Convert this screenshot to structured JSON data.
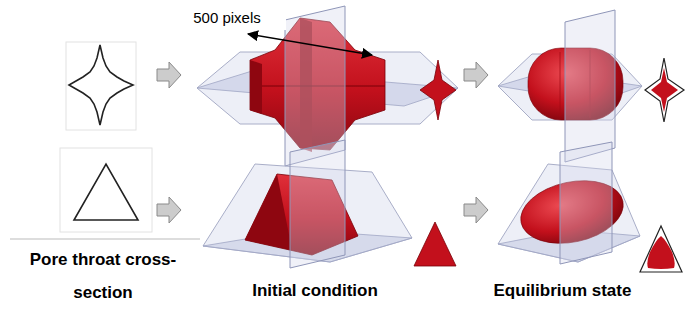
{
  "diagram": {
    "labels": [
      "500 pixels",
      "Pore throat cross-section",
      "Initial condition",
      "Equilibrium state"
    ]
  }
}
